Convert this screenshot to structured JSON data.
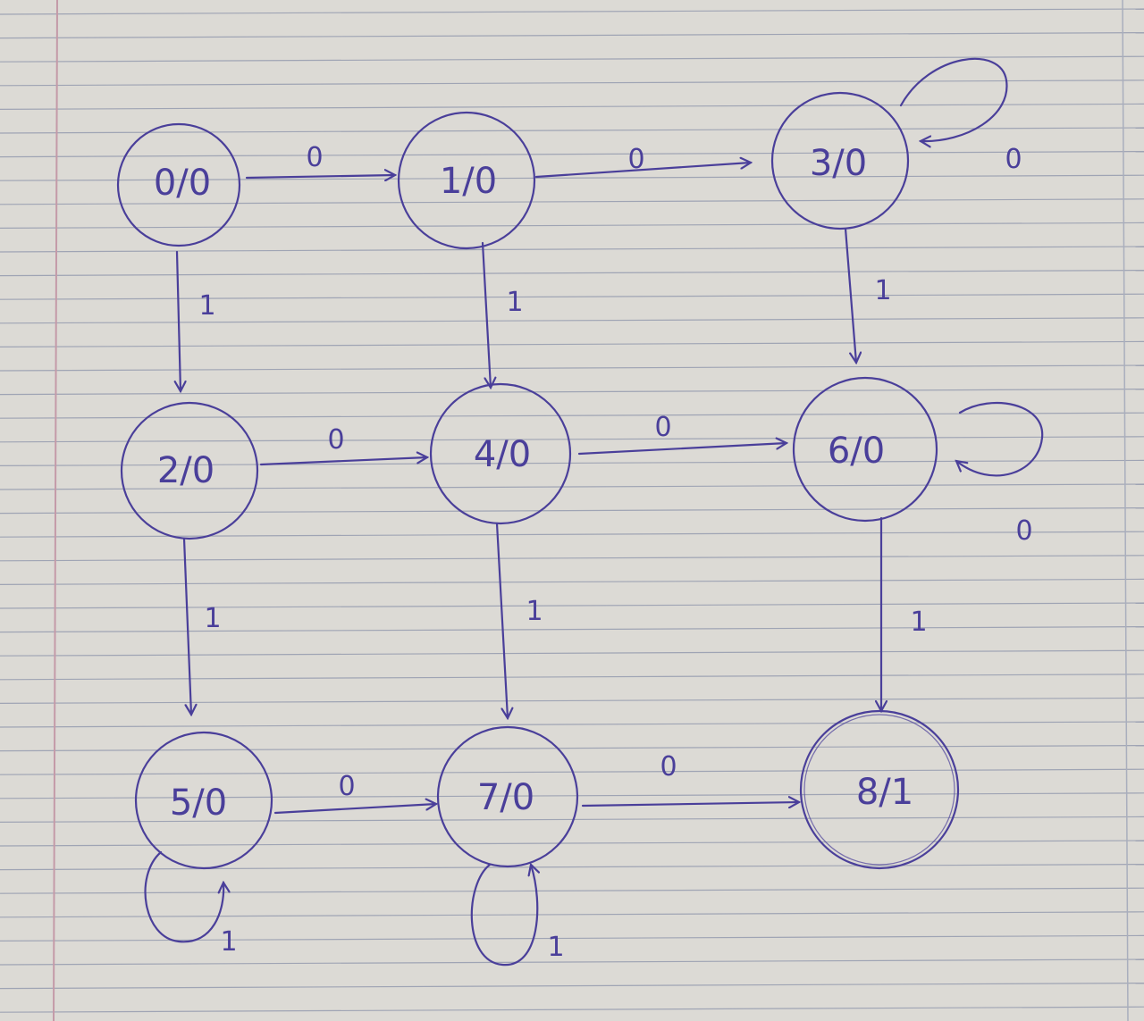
{
  "paper": {
    "background": "#d9d7d2",
    "rule_color": "#9fa4b4",
    "margin_color": "#c49aa8",
    "ink_color": "#4a3f9a"
  },
  "states": [
    {
      "id": "s0",
      "label": "0/0"
    },
    {
      "id": "s1",
      "label": "1/0"
    },
    {
      "id": "s3",
      "label": "3/0"
    },
    {
      "id": "s2",
      "label": "2/0"
    },
    {
      "id": "s4",
      "label": "4/0"
    },
    {
      "id": "s6",
      "label": "6/0"
    },
    {
      "id": "s5",
      "label": "5/0"
    },
    {
      "id": "s7",
      "label": "7/0"
    },
    {
      "id": "s8",
      "label": "8/1"
    }
  ],
  "transitions": [
    {
      "id": "t-0-1",
      "from": "s0",
      "to": "s1",
      "label": "0"
    },
    {
      "id": "t-1-3",
      "from": "s1",
      "to": "s3",
      "label": "0"
    },
    {
      "id": "t-3-3",
      "from": "s3",
      "to": "s3",
      "label": "0"
    },
    {
      "id": "t-0-2",
      "from": "s0",
      "to": "s2",
      "label": "1"
    },
    {
      "id": "t-1-4",
      "from": "s1",
      "to": "s4",
      "label": "1"
    },
    {
      "id": "t-3-6",
      "from": "s3",
      "to": "s6",
      "label": "1"
    },
    {
      "id": "t-2-4",
      "from": "s2",
      "to": "s4",
      "label": "0"
    },
    {
      "id": "t-4-6",
      "from": "s4",
      "to": "s6",
      "label": "0"
    },
    {
      "id": "t-6-6",
      "from": "s6",
      "to": "s6",
      "label": "0"
    },
    {
      "id": "t-2-5",
      "from": "s2",
      "to": "s5",
      "label": "1"
    },
    {
      "id": "t-4-7",
      "from": "s4",
      "to": "s7",
      "label": "1"
    },
    {
      "id": "t-6-8",
      "from": "s6",
      "to": "s8",
      "label": "1"
    },
    {
      "id": "t-5-7",
      "from": "s5",
      "to": "s7",
      "label": "0"
    },
    {
      "id": "t-7-8",
      "from": "s7",
      "to": "s8",
      "label": "0"
    },
    {
      "id": "t-5-5",
      "from": "s5",
      "to": "s5",
      "label": "1"
    },
    {
      "id": "t-7-7",
      "from": "s7",
      "to": "s7",
      "label": "1"
    }
  ]
}
